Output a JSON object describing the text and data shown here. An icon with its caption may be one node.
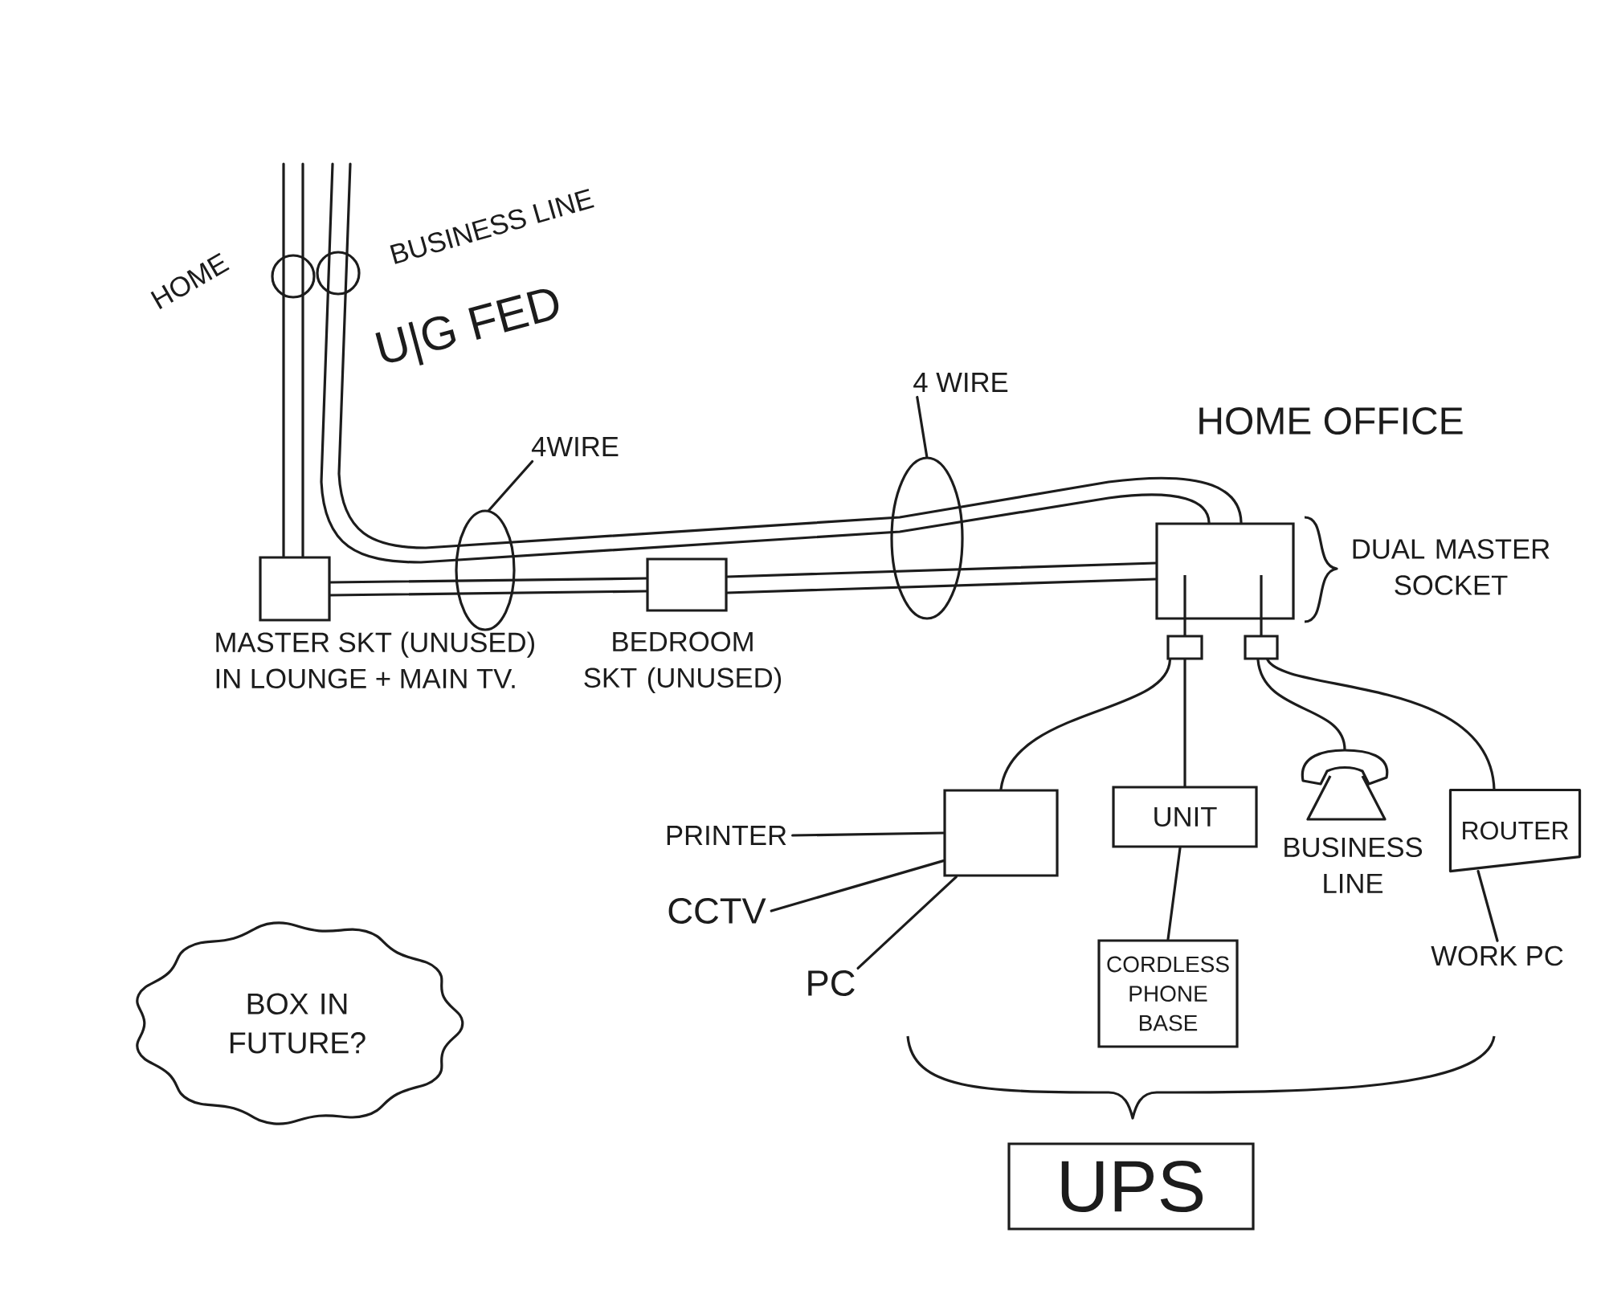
{
  "diagram": {
    "nodes": [
      {
        "text": [
          "MASTER SKT (UNUSED) IN LOUNGE + MAIN TV."
        ]
      },
      {
        "text": [
          "BEDROOM SKT (UNUSED)"
        ]
      },
      {
        "text": [],
        "shape": "box",
        "beside": [
          "DUAL MASTER SOCKET"
        ]
      },
      {
        "text": [],
        "shape": "box"
      },
      {
        "text": [],
        "shape": "box"
      },
      {
        "text": [],
        "shape": "box"
      },
      {
        "text": [
          "UNIT"
        ]
      },
      {
        "text": [
          "BUSINESS LINE"
        ]
      },
      {
        "text": [
          "ROUTER"
        ]
      },
      {
        "text": [
          "PRINTER"
        ]
      },
      {
        "text": [
          "CCTV"
        ]
      },
      {
        "text": [
          "PC"
        ]
      },
      {
        "text": [
          "CORDLESS PHONE BASE"
        ]
      },
      {
        "text": [
          "WORK PC"
        ]
      },
      {
        "text": [
          "UPS"
        ]
      },
      {
        "text": [
          "BOX IN FUTURE?"
        ]
      },
      {
        "text": [
          "4WIRE"
        ]
      },
      {
        "text": [
          "4 WIRE"
        ]
      }
    ],
    "edges": [
      {
        "from": null,
        "to": 0,
        "arrow": "none"
      },
      {
        "from": null,
        "to": 2,
        "arrow": "none"
      },
      {
        "from": 0,
        "to": 1,
        "arrow": "none"
      },
      {
        "from": 1,
        "to": 2,
        "arrow": "none"
      },
      {
        "from": 2,
        "to": 3,
        "arrow": "none"
      },
      {
        "from": 2,
        "to": 4,
        "arrow": "none"
      },
      {
        "from": 3,
        "to": 5,
        "arrow": "none"
      },
      {
        "from": 3,
        "to": 6,
        "arrow": "none"
      },
      {
        "from": 4,
        "to": 7,
        "arrow": "none"
      },
      {
        "from": 4,
        "to": 8,
        "arrow": "none"
      },
      {
        "from": 9,
        "to": 5,
        "arrow": "none"
      },
      {
        "from": 10,
        "to": 5,
        "arrow": "none"
      },
      {
        "from": 11,
        "to": 5,
        "arrow": "none"
      },
      {
        "from": 6,
        "to": 12,
        "arrow": "none"
      },
      {
        "from": 8,
        "to": 13,
        "arrow": "none"
      },
      {
        "from": 16,
        "to": null,
        "arrow": "none"
      },
      {
        "from": 17,
        "to": null,
        "arrow": "none"
      }
    ],
    "labels": [
      "HOME",
      "BUSINESS LINE",
      "U|G FED",
      "HOME OFFICE"
    ]
  }
}
